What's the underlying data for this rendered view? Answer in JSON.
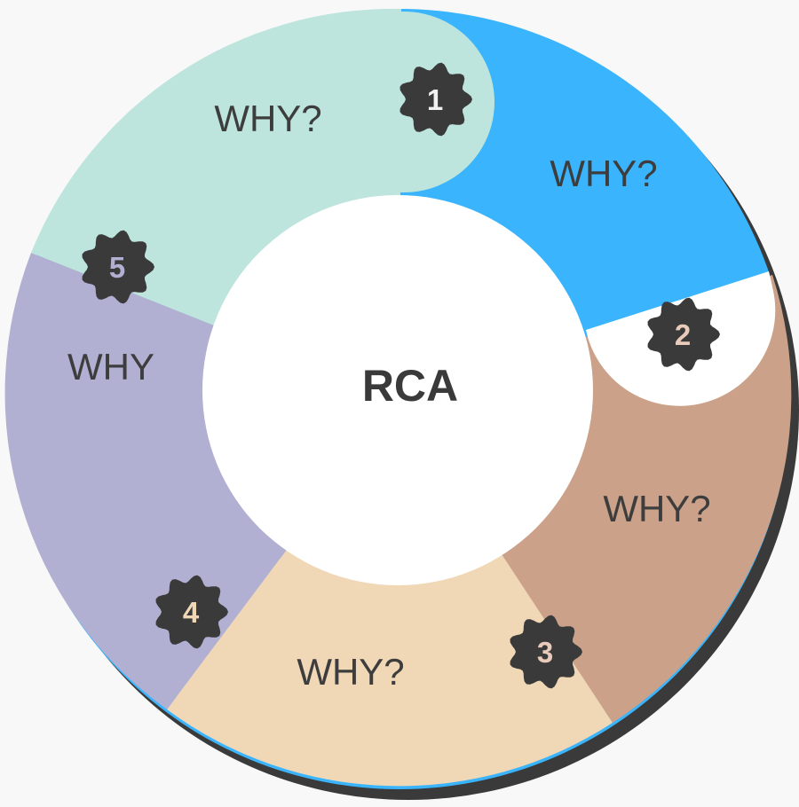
{
  "center": {
    "label": "RCA"
  },
  "segments": [
    {
      "label": "WHY?",
      "step": "1",
      "color": "#bde5dd",
      "badge_text_color": "#f1f1f1"
    },
    {
      "label": "WHY?",
      "step": "2",
      "color": "#3ab4fd",
      "badge_text_color": "#e9cbbb"
    },
    {
      "label": "WHY?",
      "step": "3",
      "color": "#cca189",
      "badge_text_color": "#e9cbbb"
    },
    {
      "label": "WHY?",
      "step": "4",
      "color": "#f0d7b5",
      "badge_text_color": "#f0d7b5"
    },
    {
      "label": "WHY",
      "step": "5",
      "color": "#b1b0d2",
      "badge_text_color": "#b1b0d2"
    }
  ],
  "colors": {
    "background": "#f8f8f8",
    "shadow": "#3a3a3a",
    "badge": "#3a3a3a",
    "hole": "#ffffff"
  }
}
